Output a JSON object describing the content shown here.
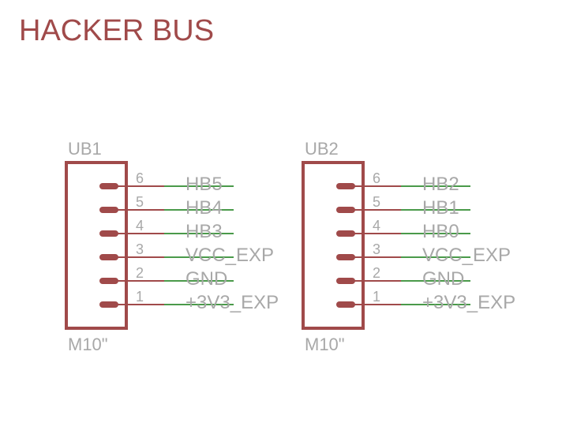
{
  "title": "HACKER BUS",
  "colors": {
    "title": "#a04a4a",
    "body": "#a04a4a",
    "pin": "#a04a4a",
    "wire": "#4a9a4a",
    "text": "#a8a8a8"
  },
  "connectors": [
    {
      "designator": "UB1",
      "value": "M10\"",
      "pins": [
        {
          "number": "6",
          "net": "HB5"
        },
        {
          "number": "5",
          "net": "HB4"
        },
        {
          "number": "4",
          "net": "HB3"
        },
        {
          "number": "3",
          "net": "VCC_EXP"
        },
        {
          "number": "2",
          "net": "GND"
        },
        {
          "number": "1",
          "net": "+3V3_EXP"
        }
      ]
    },
    {
      "designator": "UB2",
      "value": "M10\"",
      "pins": [
        {
          "number": "6",
          "net": "HB2"
        },
        {
          "number": "5",
          "net": "HB1"
        },
        {
          "number": "4",
          "net": "HB0"
        },
        {
          "number": "3",
          "net": "VCC_EXP"
        },
        {
          "number": "2",
          "net": "GND"
        },
        {
          "number": "1",
          "net": "+3V3_EXP"
        }
      ]
    }
  ]
}
